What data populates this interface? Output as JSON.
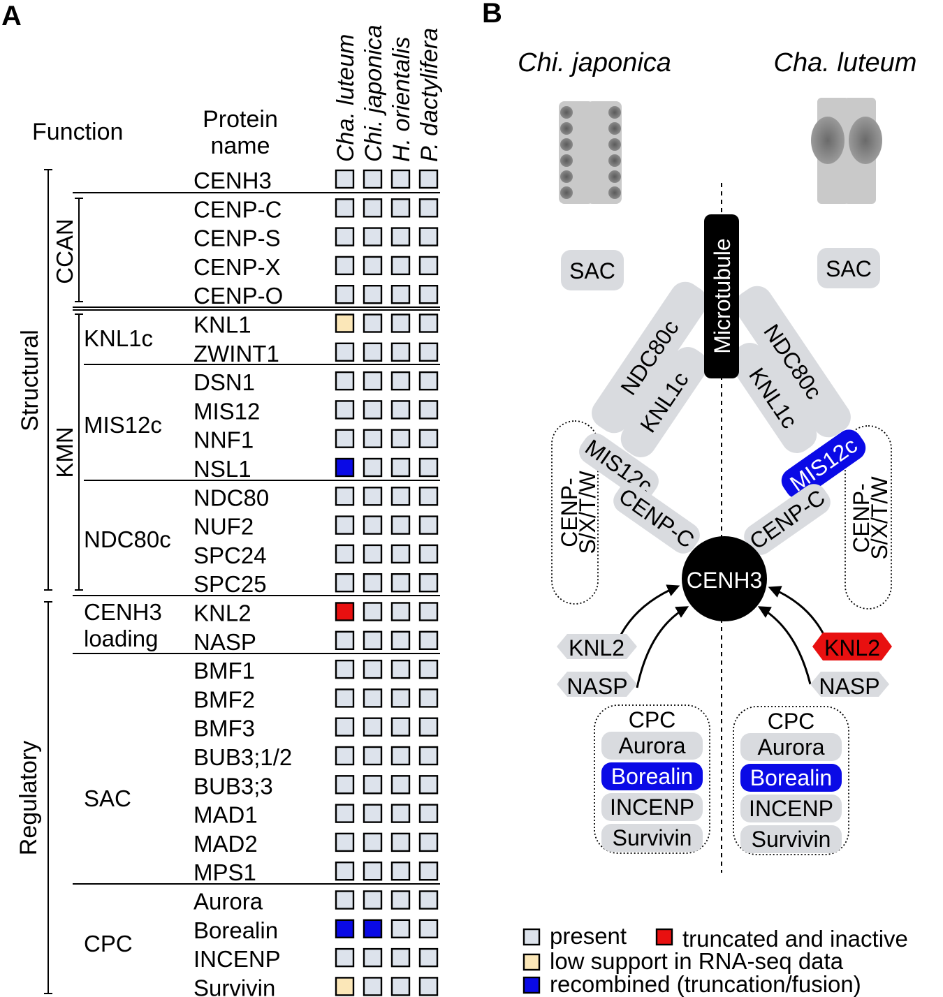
{
  "panel_a": {
    "label": "A",
    "function_header": "Function",
    "protein_header": [
      "Protein",
      "name"
    ],
    "species": [
      "Cha. luteum",
      "Chi. japonica",
      "H. orientalis",
      "P. dactylifera"
    ],
    "functions": [
      "Structural",
      "Regulatory"
    ],
    "subgroups": [
      "CCAN",
      "KMN"
    ],
    "groups": [
      {
        "label": [
          "KNL1c"
        ]
      },
      {
        "label": [
          "MIS12c"
        ]
      },
      {
        "label": [
          "NDC80c"
        ]
      },
      {
        "label": [
          "CENH3",
          "loading"
        ]
      },
      {
        "label": [
          "SAC"
        ]
      },
      {
        "label": [
          "CPC"
        ]
      }
    ],
    "proteins": [
      {
        "name": "CENH3",
        "states": [
          "present",
          "present",
          "present",
          "present"
        ]
      },
      {
        "name": "CENP-C",
        "states": [
          "present",
          "present",
          "present",
          "present"
        ]
      },
      {
        "name": "CENP-S",
        "states": [
          "present",
          "present",
          "present",
          "present"
        ]
      },
      {
        "name": "CENP-X",
        "states": [
          "present",
          "present",
          "present",
          "present"
        ]
      },
      {
        "name": "CENP-O",
        "states": [
          "present",
          "present",
          "present",
          "present"
        ]
      },
      {
        "name": "KNL1",
        "states": [
          "low",
          "present",
          "present",
          "present"
        ]
      },
      {
        "name": "ZWINT1",
        "states": [
          "present",
          "present",
          "present",
          "present"
        ]
      },
      {
        "name": "DSN1",
        "states": [
          "present",
          "present",
          "present",
          "present"
        ]
      },
      {
        "name": "MIS12",
        "states": [
          "present",
          "present",
          "present",
          "present"
        ]
      },
      {
        "name": "NNF1",
        "states": [
          "present",
          "present",
          "present",
          "present"
        ]
      },
      {
        "name": "NSL1",
        "states": [
          "recombined",
          "present",
          "present",
          "present"
        ]
      },
      {
        "name": "NDC80",
        "states": [
          "present",
          "present",
          "present",
          "present"
        ]
      },
      {
        "name": "NUF2",
        "states": [
          "present",
          "present",
          "present",
          "present"
        ]
      },
      {
        "name": "SPC24",
        "states": [
          "present",
          "present",
          "present",
          "present"
        ]
      },
      {
        "name": "SPC25",
        "states": [
          "present",
          "present",
          "present",
          "present"
        ]
      },
      {
        "name": "KNL2",
        "states": [
          "truncated",
          "present",
          "present",
          "present"
        ]
      },
      {
        "name": "NASP",
        "states": [
          "present",
          "present",
          "present",
          "present"
        ]
      },
      {
        "name": "BMF1",
        "states": [
          "present",
          "present",
          "present",
          "present"
        ]
      },
      {
        "name": "BMF2",
        "states": [
          "present",
          "present",
          "present",
          "present"
        ]
      },
      {
        "name": "BMF3",
        "states": [
          "present",
          "present",
          "present",
          "present"
        ]
      },
      {
        "name": "BUB3;1/2",
        "states": [
          "present",
          "present",
          "present",
          "present"
        ]
      },
      {
        "name": "BUB3;3",
        "states": [
          "present",
          "present",
          "present",
          "present"
        ]
      },
      {
        "name": "MAD1",
        "states": [
          "present",
          "present",
          "present",
          "present"
        ]
      },
      {
        "name": "MAD2",
        "states": [
          "present",
          "present",
          "present",
          "present"
        ]
      },
      {
        "name": "MPS1",
        "states": [
          "present",
          "present",
          "present",
          "present"
        ]
      },
      {
        "name": "Aurora",
        "states": [
          "present",
          "present",
          "present",
          "present"
        ]
      },
      {
        "name": "Borealin",
        "states": [
          "recombined",
          "recombined",
          "present",
          "present"
        ]
      },
      {
        "name": "INCENP",
        "states": [
          "present",
          "present",
          "present",
          "present"
        ]
      },
      {
        "name": "Survivin",
        "states": [
          "low",
          "present",
          "present",
          "present"
        ]
      }
    ]
  },
  "panel_b": {
    "label": "B",
    "left_title": "Chi. japonica",
    "right_title": "Cha. luteum",
    "microtubule": "Microtubule",
    "sac": "SAC",
    "ndc80c": "NDC80c",
    "knl1c": "KNL1c",
    "mis12c": "MIS12c",
    "cenpc": "CENP-C",
    "cenp_sxtw": [
      "CENP-",
      "S/X/T/W"
    ],
    "cenh3": "CENH3",
    "knl2": "KNL2",
    "nasp": "NASP",
    "cpc": {
      "title": "CPC",
      "items": [
        "Aurora",
        "Borealin",
        "INCENP",
        "Survivin"
      ]
    }
  },
  "legend": [
    {
      "key": "present",
      "label": "present"
    },
    {
      "key": "truncated",
      "label": "truncated and inactive"
    },
    {
      "key": "low",
      "label": "low support in RNA-seq data"
    },
    {
      "key": "recombined",
      "label": "recombined (truncation/fusion)"
    }
  ],
  "colors": {
    "present": "#dde3ec",
    "low": "#fbe7b8",
    "recombined": "#0a0ae6",
    "truncated": "#e81010",
    "pill": "#d9dbdf",
    "chromosome": "#c9c9c9"
  }
}
